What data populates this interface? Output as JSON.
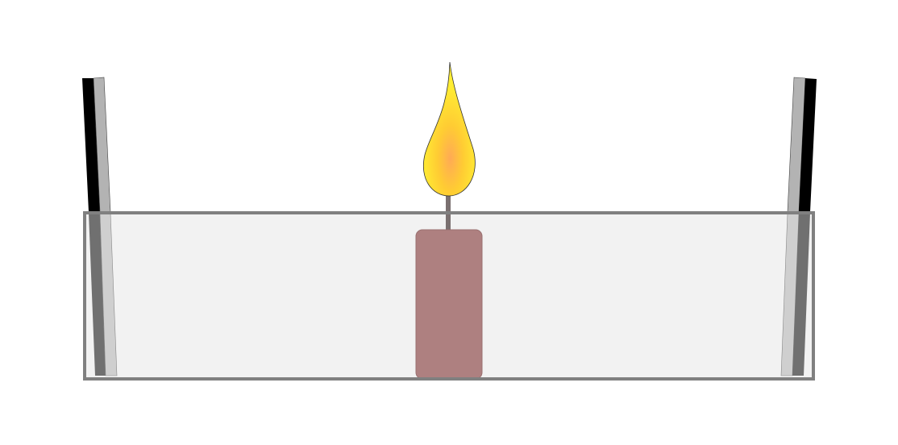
{
  "scene": {
    "description_visible_text": "",
    "elements": [
      "left-plate",
      "right-plate",
      "water-tank",
      "candle",
      "flame"
    ]
  },
  "colors": {
    "background": "#ffffff",
    "tank_fill": "#f2f2f2",
    "tank_stroke": "#808080",
    "candle_body": "#ae8080",
    "wick": "#6e6e6e",
    "flame_outer": "#ffe033",
    "flame_inner": "#ffaa55",
    "plate_dark": "#000000",
    "plate_light": "#b3b3b3",
    "plate_submerged_dark": "#707070",
    "plate_submerged_light": "#cfcfcf"
  }
}
